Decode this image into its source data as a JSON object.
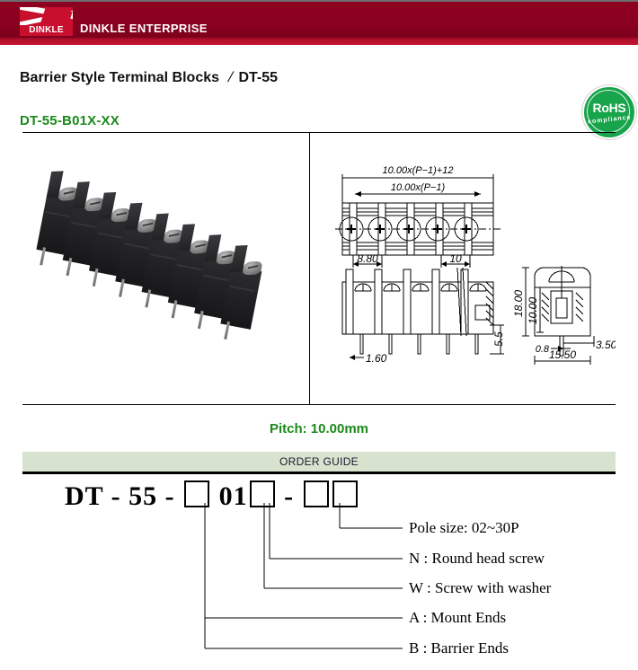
{
  "header": {
    "logo_text": "DINKLE",
    "company": "DINKLE ENTERPRISE",
    "bar_color": "#8d0021",
    "logo_color": "#c8102e"
  },
  "title": {
    "product_family": "Barrier Style Terminal Blocks",
    "separator": "/",
    "series": "DT-55",
    "part_number": "DT-55-B01X-XX",
    "part_number_color": "#1a8a1a"
  },
  "rohs": {
    "main": "RoHS",
    "sub": "compliance",
    "color": "#17a44a"
  },
  "drawing": {
    "top_view": {
      "overall_length": "10.00x(P−1)+12",
      "pole_span": "10.00x(P−1)",
      "barrier_width": "8.80",
      "pitch": "10"
    },
    "front_view": {
      "pin_width": "1.60",
      "pin_clearance": "5.5"
    },
    "side_view": {
      "height": "18.00",
      "body_height": "10.00",
      "pin_thickness": "0.8",
      "pin_offset": "3.50",
      "depth": "15.50"
    }
  },
  "pitch": {
    "label": "Pitch: 10.00mm",
    "color": "#1a8a1a"
  },
  "order_guide": {
    "heading": "ORDER GUIDE",
    "bar_color": "#d7e3ce",
    "code_prefix": "DT",
    "code_dash1": "-",
    "code_series": "55",
    "code_dash2": "-",
    "code_mid": "01",
    "code_dash3": "-",
    "legend": [
      {
        "text": "Pole size: 02~30P"
      },
      {
        "text": "N : Round head screw"
      },
      {
        "text": "W : Screw with washer"
      },
      {
        "text": "A : Mount Ends"
      },
      {
        "text": "B : Barrier Ends"
      }
    ]
  }
}
